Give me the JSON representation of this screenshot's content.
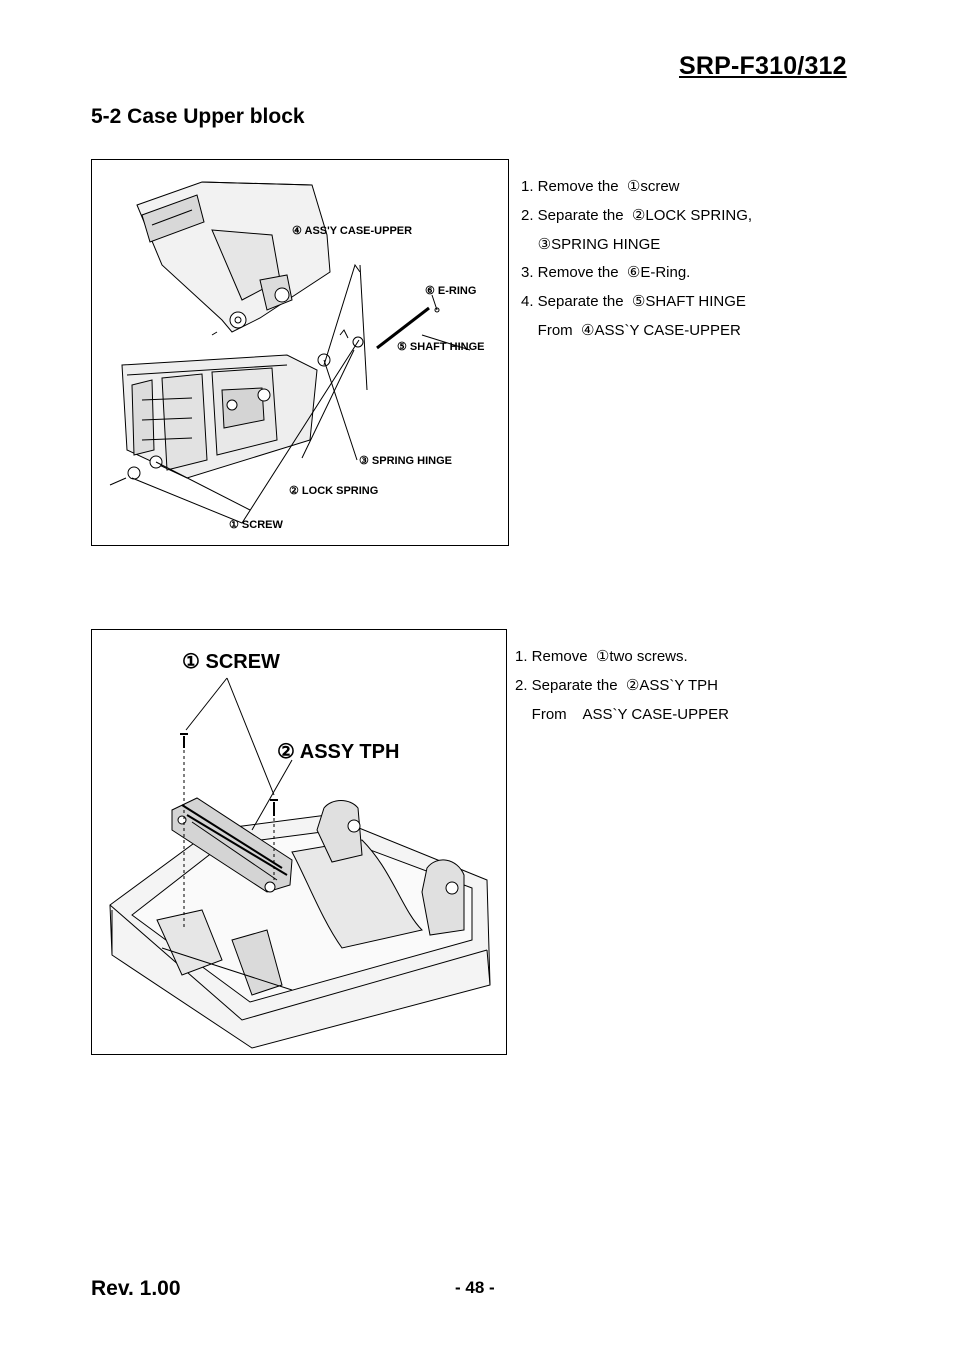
{
  "header": {
    "model": "SRP-F310/312"
  },
  "section": {
    "title": "5-2 Case Upper block"
  },
  "figure1": {
    "labels": {
      "case_upper": "④ ASS'Y CASE-UPPER",
      "e_ring": "⑥ E-RING",
      "shaft_hinge": "⑤ SHAFT HINGE",
      "spring_hinge": "③ SPRING HINGE",
      "lock_spring": "② LOCK SPRING",
      "screw": "① SCREW"
    },
    "steps": [
      "1. Remove the  ①screw",
      "2. Separate the  ②LOCK SPRING,",
      "    ③SPRING HINGE",
      "3. Remove the  ⑥E-Ring.",
      "4. Separate the  ⑤SHAFT HINGE",
      "    From  ④ASS`Y CASE-UPPER"
    ]
  },
  "figure2": {
    "labels": {
      "screw": "① SCREW",
      "assy_tph": "② ASSY TPH"
    },
    "steps": [
      "1. Remove  ①two screws.",
      "2. Separate the  ②ASS`Y TPH",
      "    From    ASS`Y CASE-UPPER"
    ]
  },
  "footer": {
    "revision": "Rev. 1.00",
    "page": "- 48 -"
  }
}
